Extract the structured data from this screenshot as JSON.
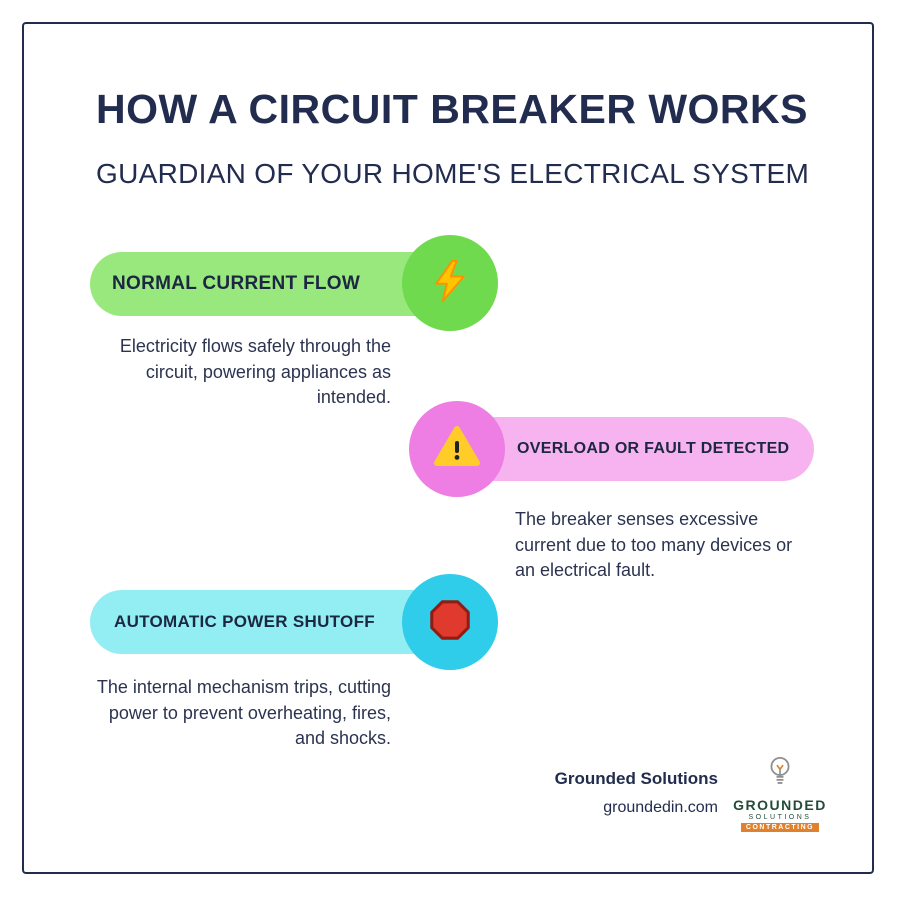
{
  "page": {
    "title": "HOW A CIRCUIT BREAKER WORKS",
    "subtitle": "GUARDIAN OF YOUR HOME'S ELECTRICAL SYSTEM"
  },
  "steps": [
    {
      "label": "NORMAL CURRENT FLOW",
      "icon": "lightning-bolt",
      "description": "Electricity flows safely through the circuit, powering appliances as intended.",
      "pill_color": "#99e87d",
      "circle_color": "#70da4f"
    },
    {
      "label": "OVERLOAD OR FAULT DETECTED",
      "icon": "warning-triangle",
      "description": "The breaker senses excessive current due to too many devices or an electrical fault.",
      "pill_color": "#f6b3ef",
      "circle_color": "#ee7de4"
    },
    {
      "label": "AUTOMATIC POWER SHUTOFF",
      "icon": "stop-sign",
      "description": "The internal mechanism trips, cutting power to prevent overheating, fires, and shocks.",
      "pill_color": "#93eef4",
      "circle_color": "#2fcde9"
    }
  ],
  "footer": {
    "company": "Grounded Solutions",
    "website": "groundedin.com",
    "logo": {
      "line1": "GROUNDED",
      "line2": "SOLUTIONS",
      "line3": "CONTRACTING"
    }
  },
  "colors": {
    "text": "#222c4e",
    "border": "#222c4e"
  }
}
